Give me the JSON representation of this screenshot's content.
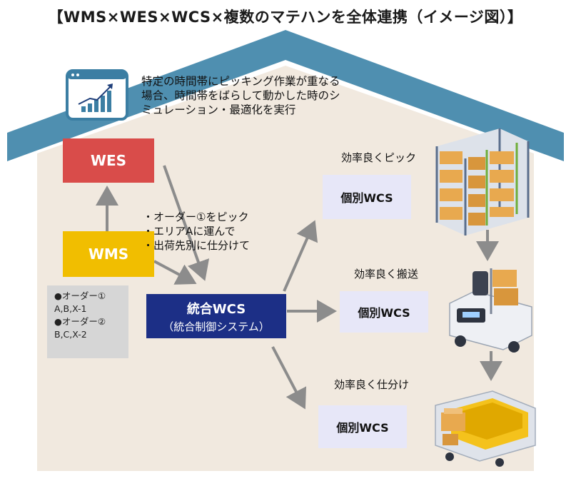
{
  "title": "【WMS×WES×WCS×複数のマテハンを全体連携（イメージ図）】",
  "simulation_text": [
    "特定の時間帯にピッキング作業が重なる",
    "場合、時間帯をばらして動かした時のシ",
    "ミュレーション・最適化を実行"
  ],
  "wes": "WES",
  "wms": "WMS",
  "orders": [
    "●オーダー①",
    "A,B,X-1",
    "●オーダー②",
    "B,C,X-2"
  ],
  "instructions": [
    "・オーダー①をピック",
    "・エリアAに運んで",
    "・出荷先別に仕分けて"
  ],
  "wcs_main": {
    "label": "統合WCS",
    "sub": "（統合制御システム）"
  },
  "wcs_individual": [
    "個別WCS",
    "個別WCS",
    "個別WCS"
  ],
  "labels": {
    "pick": "効率良くピック",
    "carry": "効率良く搬送",
    "sort": "効率良く仕分け"
  },
  "colors": {
    "roof": "#4f8fb0",
    "house": "#f1e9df",
    "wes": "#d94c4a",
    "wms": "#f1be00",
    "wcs_main": "#1c2f86",
    "wcs_individual": "#e7e7f8",
    "arrow": "#8c8c8c"
  },
  "icons": [
    "chart-growth-icon",
    "pallet-rack-icon",
    "agv-forklift-icon",
    "sorting-bin-icon"
  ]
}
